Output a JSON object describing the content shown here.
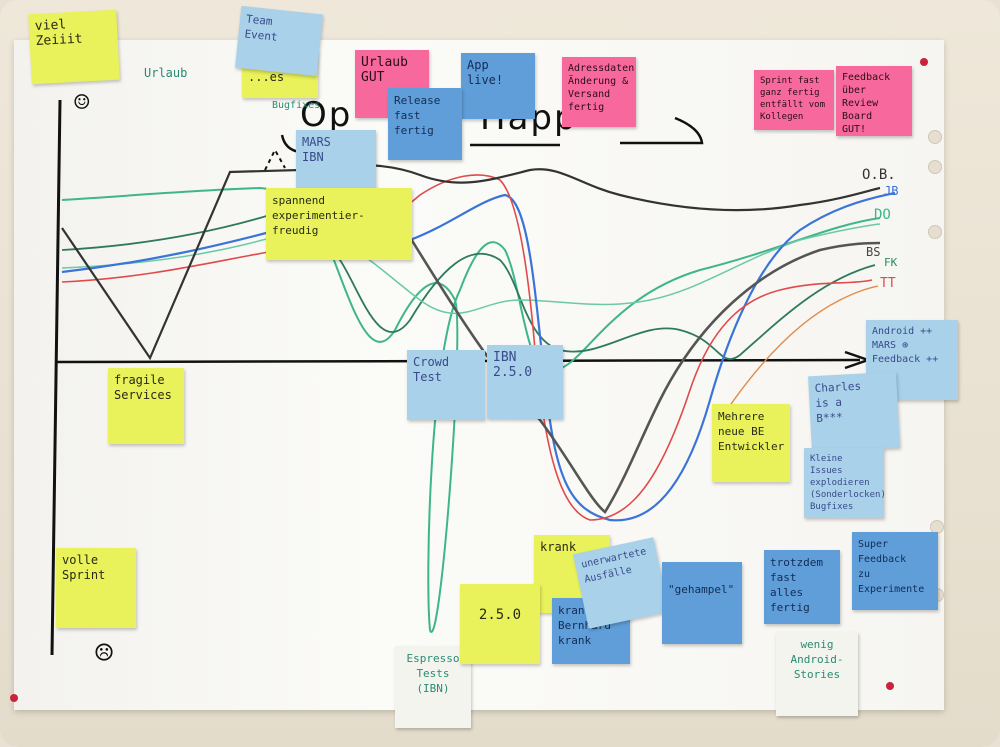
{
  "board": {
    "title_left": "Op",
    "title_right": "Happ",
    "smiley_top": "☺",
    "smiley_bottom": "☹",
    "axis_labels": [
      {
        "text": "Urlaub"
      },
      {
        "text": "Espresso\nTests\n(IBN)"
      },
      {
        "text": "wenig\nAndroid-\nStories"
      }
    ],
    "legend": [
      {
        "text": "O.B.",
        "color": "#333333"
      },
      {
        "text": "JB",
        "color": "#3a74d8"
      },
      {
        "text": "DO",
        "color": "#3fb58c"
      },
      {
        "text": "BS",
        "color": "#444444"
      },
      {
        "text": "FK",
        "color": "#2a8a5a"
      },
      {
        "text": "TT",
        "color": "#e04a4a"
      }
    ]
  },
  "notes": [
    {
      "text": "viel\nZeiiit",
      "color": "yellow"
    },
    {
      "text": "Dra...\n...es",
      "color": "yellow"
    },
    {
      "text": "Team\nEvent",
      "color": "lblue"
    },
    {
      "text": "Bugfixes",
      "color": "white"
    },
    {
      "text": "Urlaub\nGUT",
      "color": "pink"
    },
    {
      "text": "App live!",
      "color": "blue"
    },
    {
      "text": "Adressdaten\nÄnderung & Versand\nfertig",
      "color": "pink"
    },
    {
      "text": "Release fast\nfertig",
      "color": "blue"
    },
    {
      "text": "Sprint fast\nganz fertig\nentfällt vom Kollegen",
      "color": "pink"
    },
    {
      "text": "Feedback über\nReview Board\nGUT!",
      "color": "pink"
    },
    {
      "text": "MARS\nIBN",
      "color": "lblue"
    },
    {
      "text": "spannend experimentier-\nfreudig",
      "color": "yellow"
    },
    {
      "text": "fragile\nServices",
      "color": "yellow"
    },
    {
      "text": "Crowd\nTest",
      "color": "lblue"
    },
    {
      "text": "IBN\n2.5.0",
      "color": "lblue"
    },
    {
      "text": "Mehrere\nneue BE\nEntwickler",
      "color": "yellow"
    },
    {
      "text": "Android ++\nMARS ⊕\nFeedback ++",
      "color": "lblue"
    },
    {
      "text": "Charles\nis a\nB***",
      "color": "lblue"
    },
    {
      "text": "Kleine\nIssues\nexplodieren\n(Sonderlocken)\nBugfixes",
      "color": "lblue"
    },
    {
      "text": "volle\nSprint",
      "color": "yellow"
    },
    {
      "text": "krank",
      "color": "yellow"
    },
    {
      "text": "unerwartete\nAusfälle",
      "color": "lblue"
    },
    {
      "text": "2.5.0",
      "color": "yellow"
    },
    {
      "text": "krank\nBernhard\nkrank",
      "color": "blue"
    },
    {
      "text": "\"gehampel\"",
      "color": "blue"
    },
    {
      "text": "trotzdem\nfast alles\nfertig",
      "color": "blue"
    },
    {
      "text": "Super\nFeedback\nzu Experimente",
      "color": "blue"
    }
  ]
}
